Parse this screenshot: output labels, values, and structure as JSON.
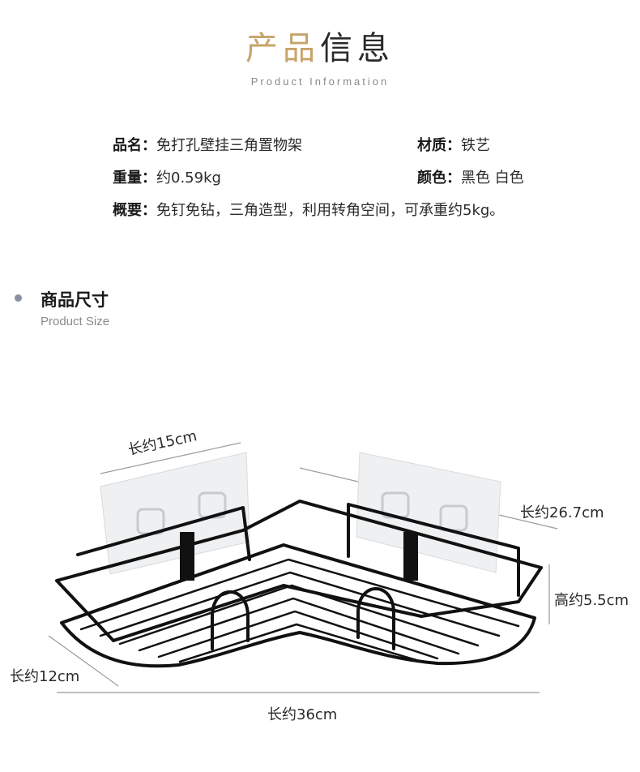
{
  "header": {
    "title_part1": "产品",
    "title_part2": "信息",
    "subtitle": "Product Information"
  },
  "info": {
    "name_label": "品名：",
    "name_value": "免打孔壁挂三角置物架",
    "material_label": "材质：",
    "material_value": "铁艺",
    "weight_label": "重量：",
    "weight_value": "约0.59kg",
    "color_label": "颜色：",
    "color_value": "黑色 白色",
    "summary_label": "概要：",
    "summary_value": "免钉免钻，三角造型，利用转角空间，可承重约5kg。"
  },
  "size_section": {
    "title": "商品尺寸",
    "subtitle": "Product Size"
  },
  "dimensions": {
    "plate_width": "长约15cm",
    "right_side": "长约26.7cm",
    "height": "高约5.5cm",
    "left_side": "长约12cm",
    "total_width": "长约36cm"
  },
  "colors": {
    "accent_gold": "#c6a46a",
    "bullet": "#8a8fa0",
    "product_black": "#111111"
  }
}
